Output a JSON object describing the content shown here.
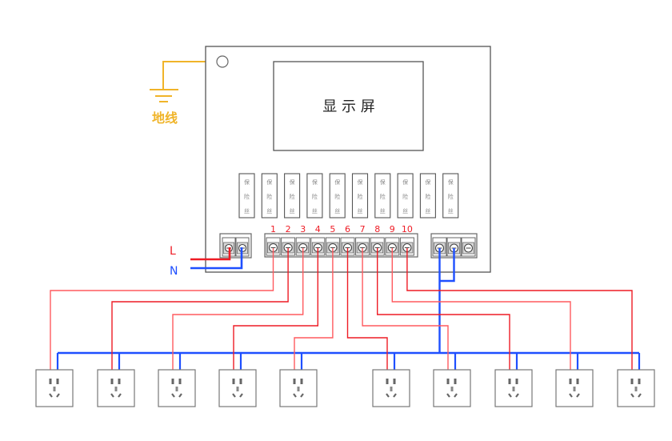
{
  "display": {
    "label": "显 示 屏"
  },
  "ground": {
    "label": "地线",
    "color": "#f0b429"
  },
  "power": {
    "live_label": "L",
    "neutral_label": "N",
    "live_color": "#ee1c25",
    "neutral_color": "#1e4fff"
  },
  "fuses": [
    {
      "label": [
        "保",
        "险",
        "丝"
      ]
    },
    {
      "label": [
        "保",
        "险",
        "丝"
      ]
    },
    {
      "label": [
        "保",
        "险",
        "丝"
      ]
    },
    {
      "label": [
        "保",
        "险",
        "丝"
      ]
    },
    {
      "label": [
        "保",
        "险",
        "丝"
      ]
    },
    {
      "label": [
        "保",
        "险",
        "丝"
      ]
    },
    {
      "label": [
        "保",
        "险",
        "丝"
      ]
    },
    {
      "label": [
        "保",
        "险",
        "丝"
      ]
    },
    {
      "label": [
        "保",
        "险",
        "丝"
      ]
    },
    {
      "label": [
        "保",
        "险",
        "丝"
      ]
    }
  ],
  "terminals": [
    "1",
    "2",
    "3",
    "4",
    "5",
    "6",
    "7",
    "8",
    "9",
    "10"
  ],
  "outlets": [
    {
      "id": 1,
      "terminal": "1"
    },
    {
      "id": 2,
      "terminal": "2"
    },
    {
      "id": 3,
      "terminal": "3"
    },
    {
      "id": 4,
      "terminal": "4"
    },
    {
      "id": 5,
      "terminal": "5"
    },
    {
      "id": 6,
      "terminal": "6"
    },
    {
      "id": 7,
      "terminal": "7"
    },
    {
      "id": 8,
      "terminal": "8"
    },
    {
      "id": 9,
      "terminal": "9"
    },
    {
      "id": 10,
      "terminal": "10"
    }
  ],
  "colors": {
    "outline": "#555555",
    "wire_live": "#ff5a5f",
    "wire_neutral": "#1e4fff",
    "terminal_number": "#ee1c25"
  }
}
